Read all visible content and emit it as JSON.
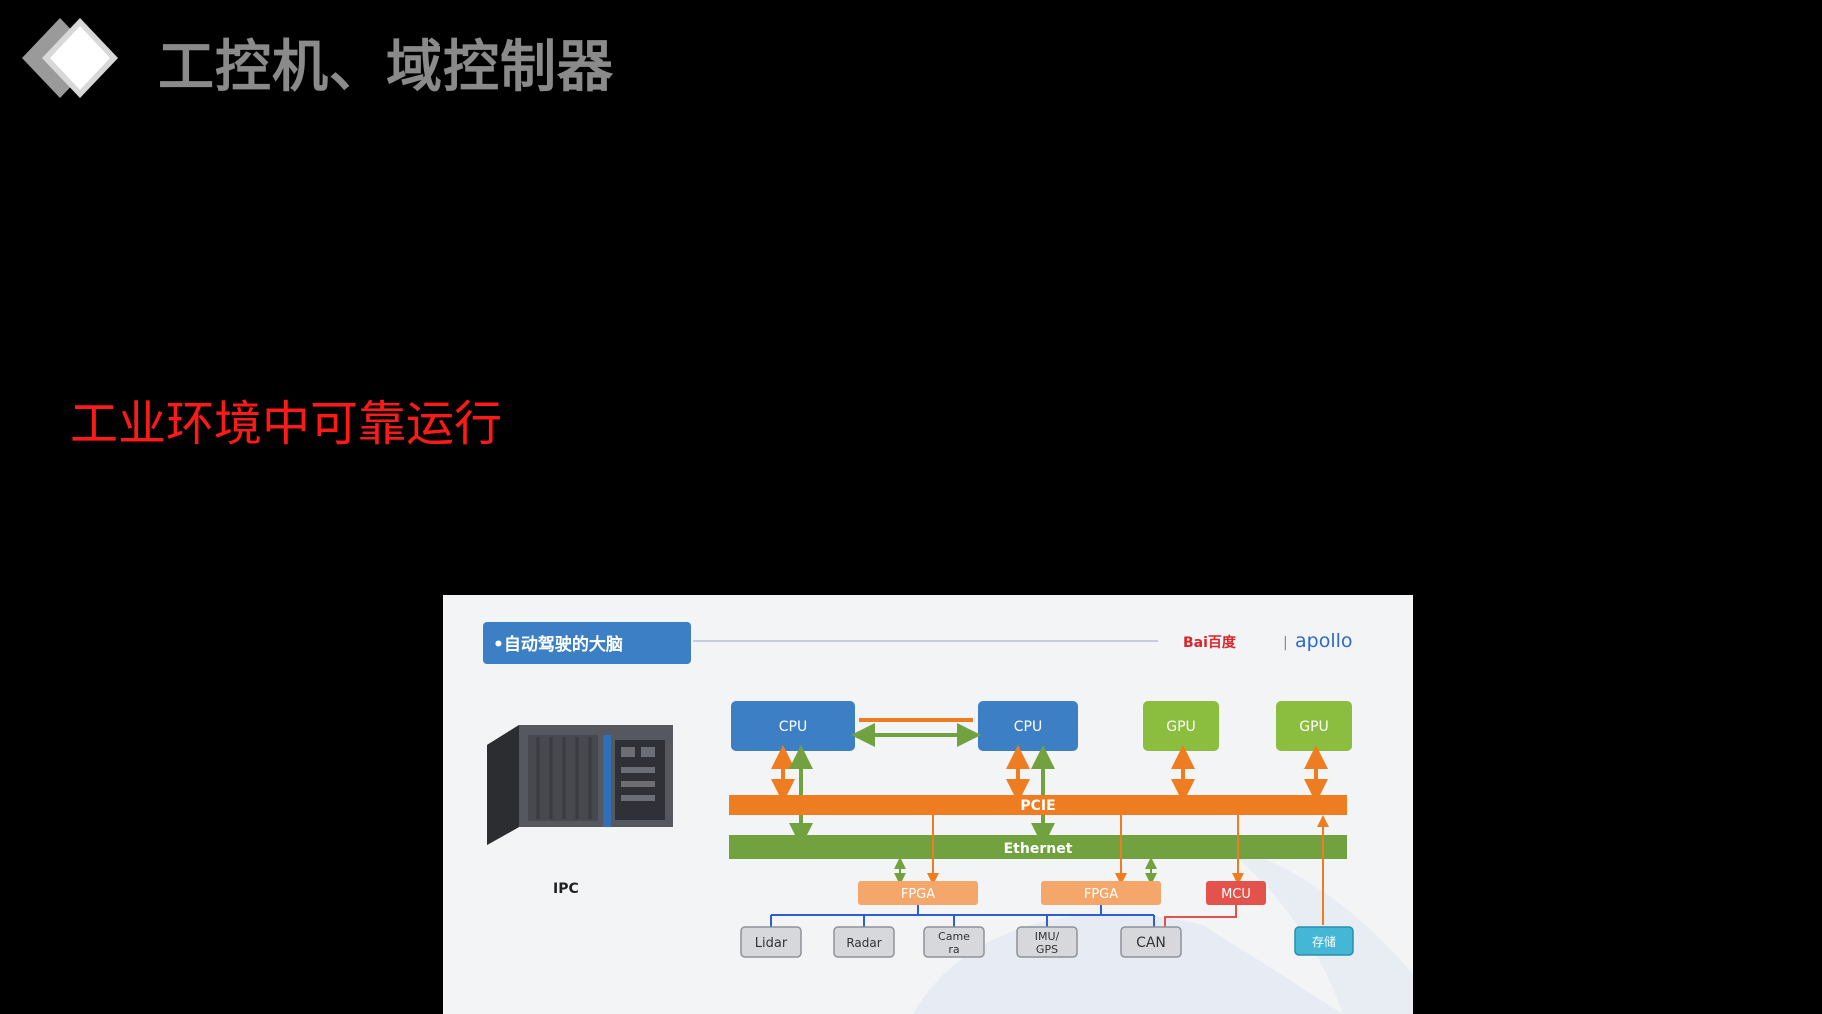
{
  "slide": {
    "title": "工控机、域控制器",
    "highlight": "工业环境中可靠运行",
    "title_color": "#8a8a8a",
    "highlight_color": "#ff1a1a",
    "background": "#000000"
  },
  "figure": {
    "badge": "•自动驾驶的大脑",
    "brand_baidu": "Bai百度",
    "brand_sep": "|",
    "brand_apollo": "apollo",
    "ipc_label": "IPC",
    "blocks": {
      "cpu1": "CPU",
      "cpu2": "CPU",
      "gpu1": "GPU",
      "gpu2": "GPU",
      "pcie": "PCIE",
      "ethernet": "Ethernet",
      "fpga1": "FPGA",
      "fpga2": "FPGA",
      "mcu": "MCU"
    },
    "sensors": {
      "lidar": "Lidar",
      "radar": "Radar",
      "camera_line1": "Came",
      "camera_line2": "ra",
      "imu_line1": "IMU/",
      "imu_line2": "GPS",
      "can": "CAN",
      "storage": "存储"
    },
    "colors": {
      "cpu": "#3d7fc4",
      "gpu": "#8bbd3f",
      "pcie": "#ee7d22",
      "ethernet": "#72a240",
      "fpga": "#f5a66a",
      "mcu": "#e4534b",
      "sensor": "#d6d8dc",
      "storage": "#45b7d6",
      "badge": "#3d7fc4",
      "bus_line": "#2e5fd1"
    }
  }
}
